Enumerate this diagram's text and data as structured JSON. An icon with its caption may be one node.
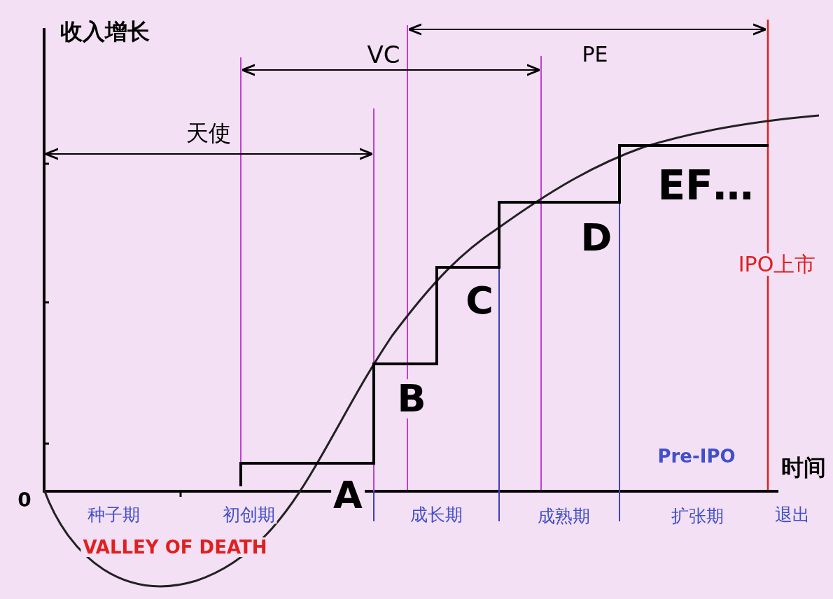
{
  "diagram": {
    "labels": [
      "收入增长",
      "VC",
      "PE",
      "天使",
      "EF…",
      "D",
      "C",
      "B",
      "A",
      "IPO上市",
      "Pre-IPO",
      "时间",
      "0",
      "种子期",
      "初创期",
      "成长期",
      "成熟期",
      "扩张期",
      "退出",
      "VALLEY OF DEATH"
    ]
  }
}
